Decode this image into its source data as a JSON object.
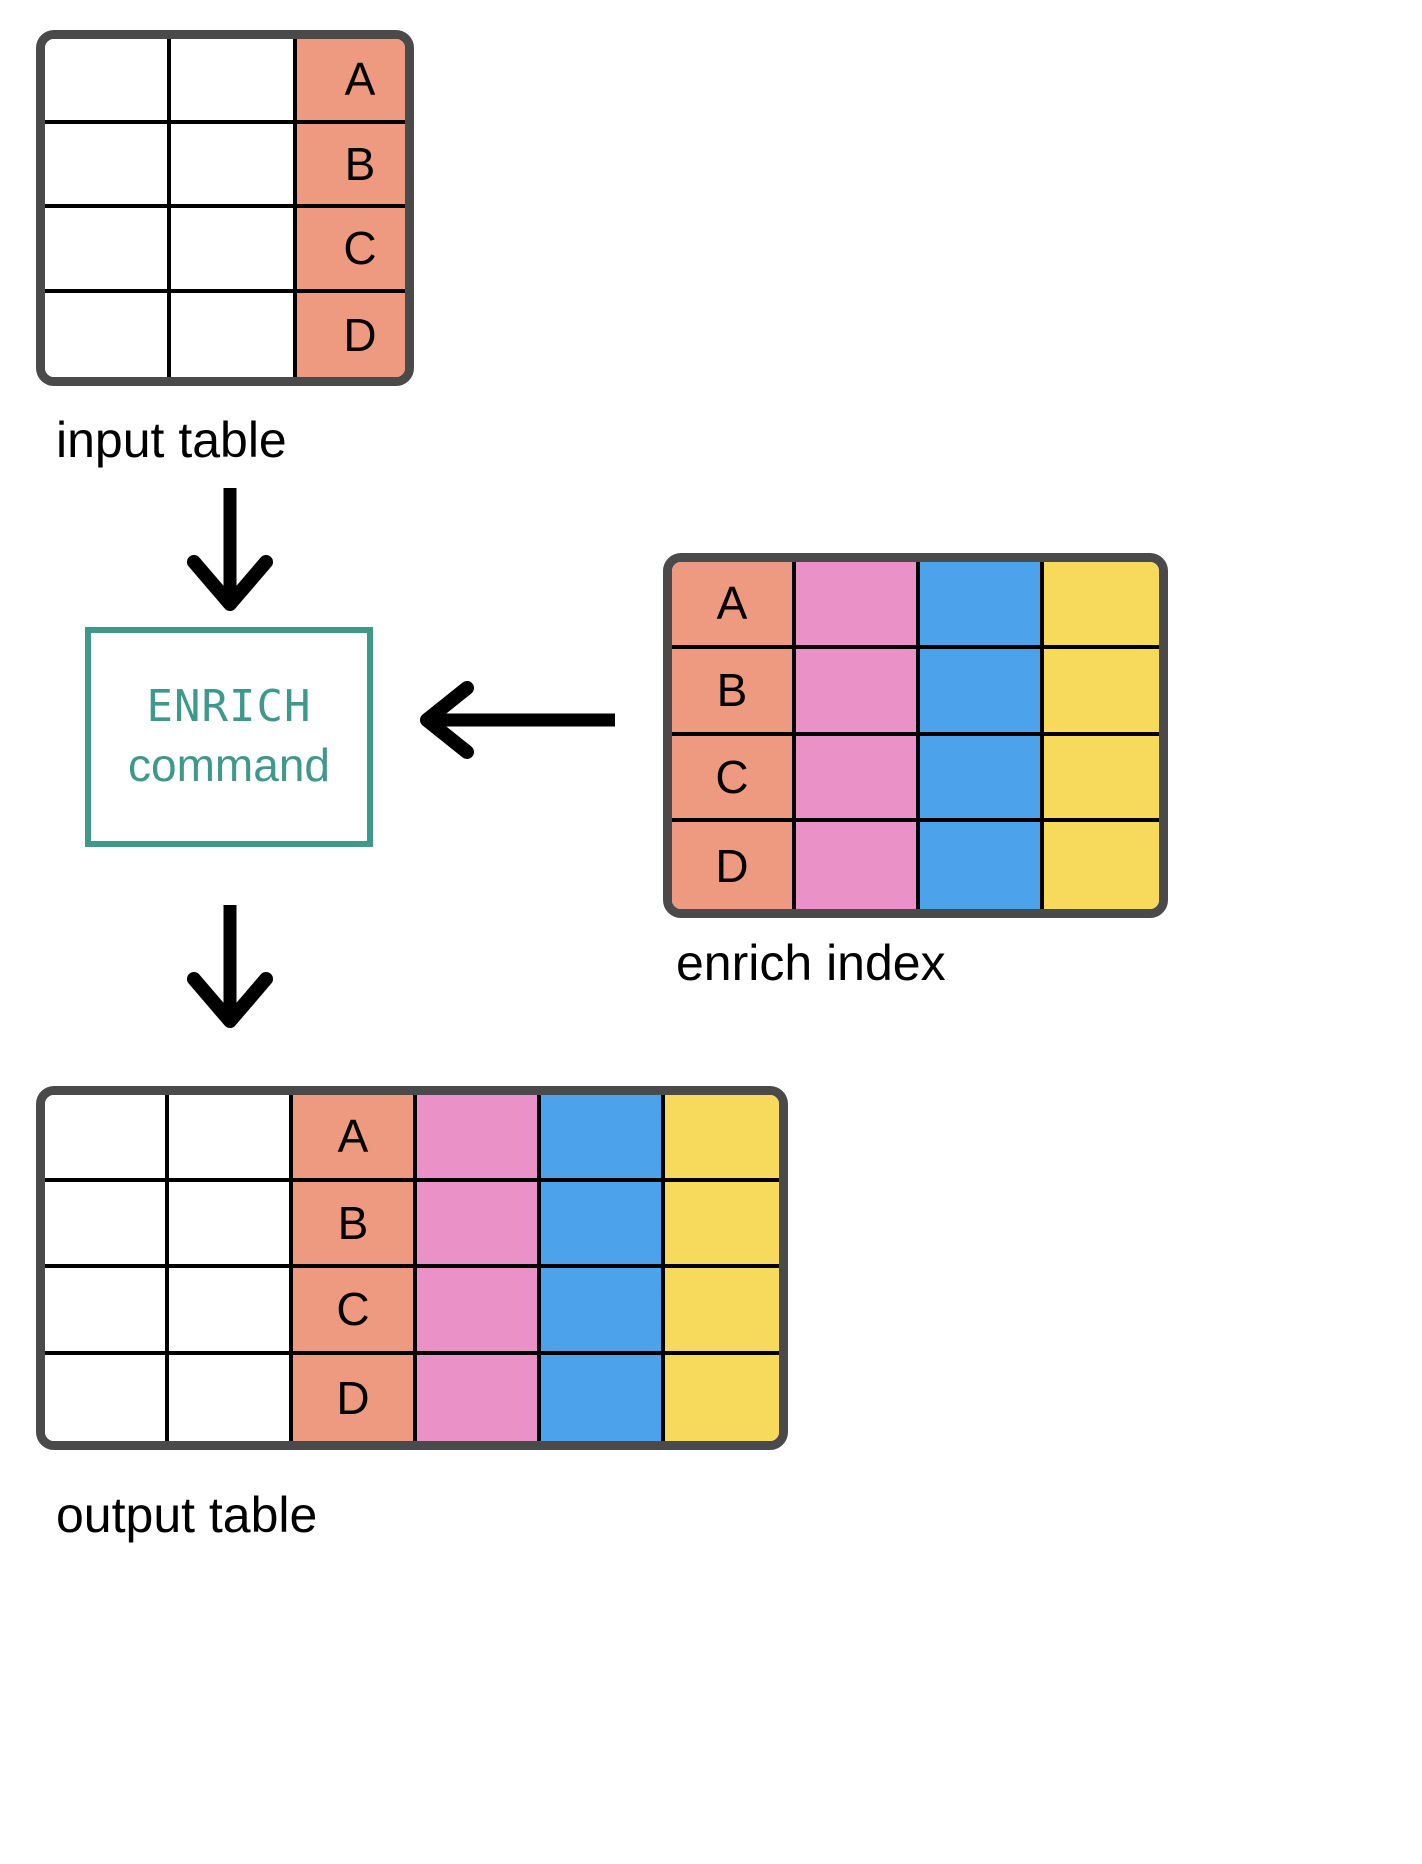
{
  "diagram": {
    "title": "ENRICH command flow",
    "colors": {
      "salmon": "#ee9a80",
      "pink": "#ea91c7",
      "blue": "#4ca2eb",
      "yellow": "#f7da5c",
      "teal": "#3e998b",
      "table_border": "#4a4a4a",
      "cell_border": "#000000",
      "arrow": "#000000",
      "background": "#ffffff"
    }
  },
  "input_table": {
    "label": "input table",
    "columns": 3,
    "rows": [
      {
        "cells": [
          {
            "value": "",
            "color": "white"
          },
          {
            "value": "",
            "color": "white"
          },
          {
            "value": "A",
            "color": "salmon"
          }
        ]
      },
      {
        "cells": [
          {
            "value": "",
            "color": "white"
          },
          {
            "value": "",
            "color": "white"
          },
          {
            "value": "B",
            "color": "salmon"
          }
        ]
      },
      {
        "cells": [
          {
            "value": "",
            "color": "white"
          },
          {
            "value": "",
            "color": "white"
          },
          {
            "value": "C",
            "color": "salmon"
          }
        ]
      },
      {
        "cells": [
          {
            "value": "",
            "color": "white"
          },
          {
            "value": "",
            "color": "white"
          },
          {
            "value": "D",
            "color": "salmon"
          }
        ]
      }
    ]
  },
  "enrich_index_table": {
    "label": "enrich index",
    "columns": 4,
    "rows": [
      {
        "cells": [
          {
            "value": "A",
            "color": "salmon"
          },
          {
            "value": "",
            "color": "pink"
          },
          {
            "value": "",
            "color": "blue"
          },
          {
            "value": "",
            "color": "yellow"
          }
        ]
      },
      {
        "cells": [
          {
            "value": "B",
            "color": "salmon"
          },
          {
            "value": "",
            "color": "pink"
          },
          {
            "value": "",
            "color": "blue"
          },
          {
            "value": "",
            "color": "yellow"
          }
        ]
      },
      {
        "cells": [
          {
            "value": "C",
            "color": "salmon"
          },
          {
            "value": "",
            "color": "pink"
          },
          {
            "value": "",
            "color": "blue"
          },
          {
            "value": "",
            "color": "yellow"
          }
        ]
      },
      {
        "cells": [
          {
            "value": "D",
            "color": "salmon"
          },
          {
            "value": "",
            "color": "pink"
          },
          {
            "value": "",
            "color": "blue"
          },
          {
            "value": "",
            "color": "yellow"
          }
        ]
      }
    ]
  },
  "output_table": {
    "label": "output table",
    "columns": 6,
    "rows": [
      {
        "cells": [
          {
            "value": "",
            "color": "white"
          },
          {
            "value": "",
            "color": "white"
          },
          {
            "value": "A",
            "color": "salmon"
          },
          {
            "value": "",
            "color": "pink"
          },
          {
            "value": "",
            "color": "blue"
          },
          {
            "value": "",
            "color": "yellow"
          }
        ]
      },
      {
        "cells": [
          {
            "value": "",
            "color": "white"
          },
          {
            "value": "",
            "color": "white"
          },
          {
            "value": "B",
            "color": "salmon"
          },
          {
            "value": "",
            "color": "pink"
          },
          {
            "value": "",
            "color": "blue"
          },
          {
            "value": "",
            "color": "yellow"
          }
        ]
      },
      {
        "cells": [
          {
            "value": "",
            "color": "white"
          },
          {
            "value": "",
            "color": "white"
          },
          {
            "value": "C",
            "color": "salmon"
          },
          {
            "value": "",
            "color": "pink"
          },
          {
            "value": "",
            "color": "blue"
          },
          {
            "value": "",
            "color": "yellow"
          }
        ]
      },
      {
        "cells": [
          {
            "value": "",
            "color": "white"
          },
          {
            "value": "",
            "color": "white"
          },
          {
            "value": "D",
            "color": "salmon"
          },
          {
            "value": "",
            "color": "pink"
          },
          {
            "value": "",
            "color": "blue"
          },
          {
            "value": "",
            "color": "yellow"
          }
        ]
      }
    ]
  },
  "command_box": {
    "line1": "ENRICH",
    "line2": "command"
  },
  "arrows": [
    {
      "name": "arrow-input-to-command",
      "direction": "down",
      "from": "input table",
      "to": "ENRICH command"
    },
    {
      "name": "arrow-command-to-output",
      "direction": "down",
      "from": "ENRICH command",
      "to": "output table"
    },
    {
      "name": "arrow-index-to-command",
      "direction": "left",
      "from": "enrich index",
      "to": "ENRICH command"
    }
  ]
}
